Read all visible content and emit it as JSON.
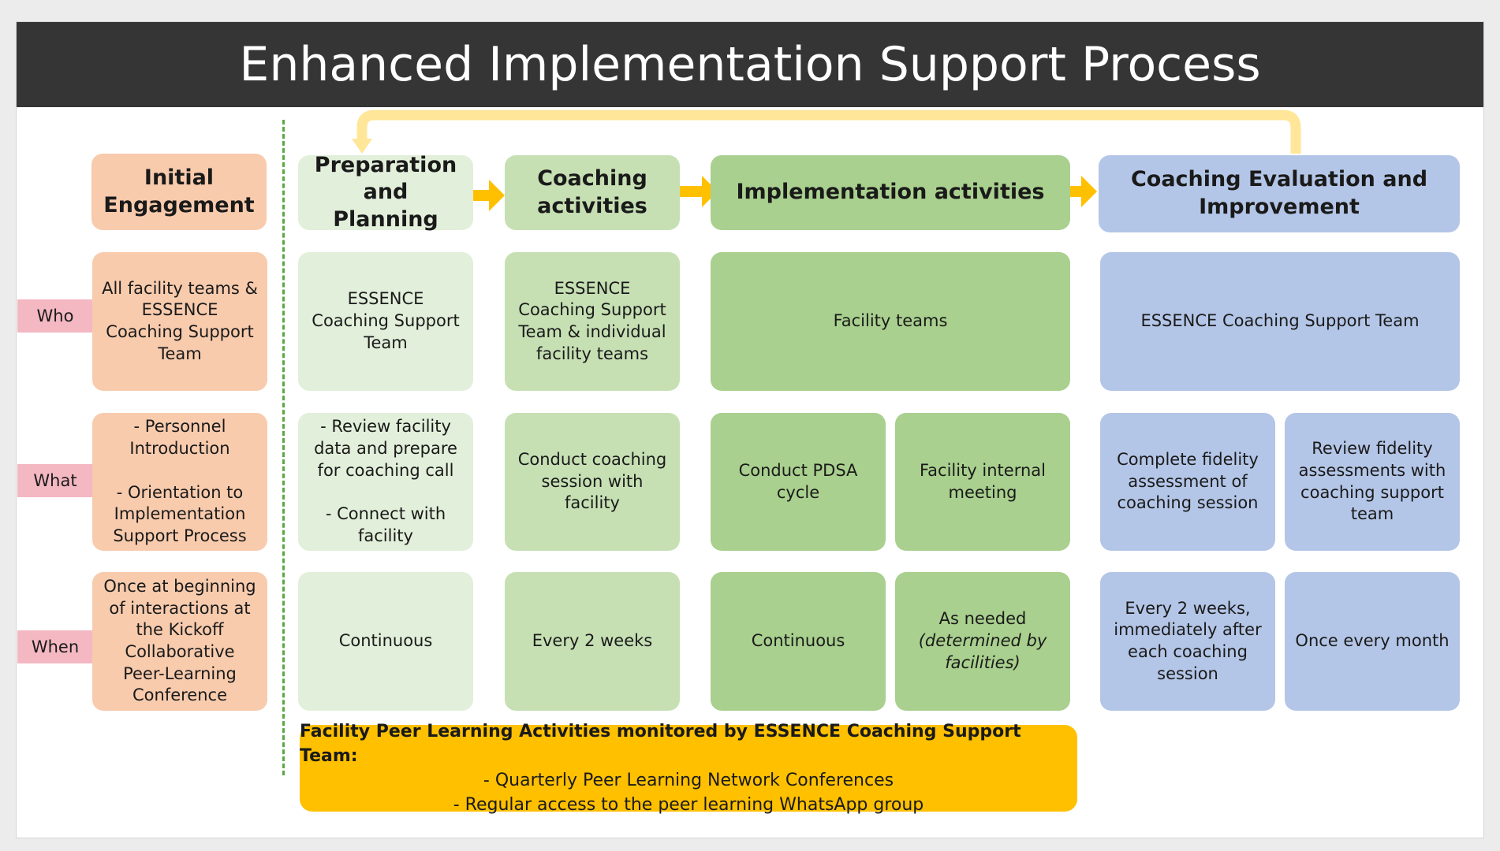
{
  "title": "Enhanced Implementation Support Process",
  "row_labels": {
    "who": "Who",
    "what": "What",
    "when": "When"
  },
  "columns": {
    "initial": {
      "header": "Initial Engagement",
      "who": "All facility teams & ESSENCE Coaching Support Team",
      "what": "- Personnel Introduction\n\n- Orientation to Implementation Support Process",
      "when": "Once at beginning of interactions at the Kickoff Collaborative Peer-Learning Conference"
    },
    "prep": {
      "header": "Preparation and Planning",
      "who": "ESSENCE Coaching Support Team",
      "what": "- Review facility data and prepare for coaching call\n\n- Connect with facility",
      "when": "Continuous"
    },
    "coaching": {
      "header": "Coaching activities",
      "who": "ESSENCE Coaching Support Team & individual facility teams",
      "what": "Conduct coaching session with facility",
      "when": "Every 2 weeks"
    },
    "implementation": {
      "header": "Implementation activities",
      "who": "Facility teams",
      "what_a": "Conduct PDSA cycle",
      "what_b": "Facility internal meeting",
      "when_a": "Continuous",
      "when_b_main": "As needed",
      "when_b_note": "(determined by facilities)"
    },
    "evaluation": {
      "header": "Coaching Evaluation and Improvement",
      "who": "ESSENCE Coaching Support Team",
      "what_a": "Complete fidelity assessment of coaching session",
      "what_b": "Review fidelity assessments with coaching support team",
      "when_a": "Every 2 weeks, immediately after each coaching session",
      "when_b": "Once every month"
    }
  },
  "banner": {
    "title": "Facility Peer Learning Activities monitored by ESSENCE Coaching Support Team:",
    "items": [
      "- Quarterly Peer Learning Network Conferences",
      "- Regular access to the peer learning WhatsApp group"
    ]
  },
  "colors": {
    "title_bg": "#353535",
    "orange": "#f8cbad",
    "green_light": "#e2efda",
    "green_mid": "#c6e0b4",
    "green_dark": "#a9d08e",
    "blue": "#b4c6e7",
    "arrow": "#ffc000",
    "loop_arrow": "#ffe699",
    "row_label": "#f4b8c2",
    "banner": "#ffc000",
    "divider": "#5aa843"
  }
}
